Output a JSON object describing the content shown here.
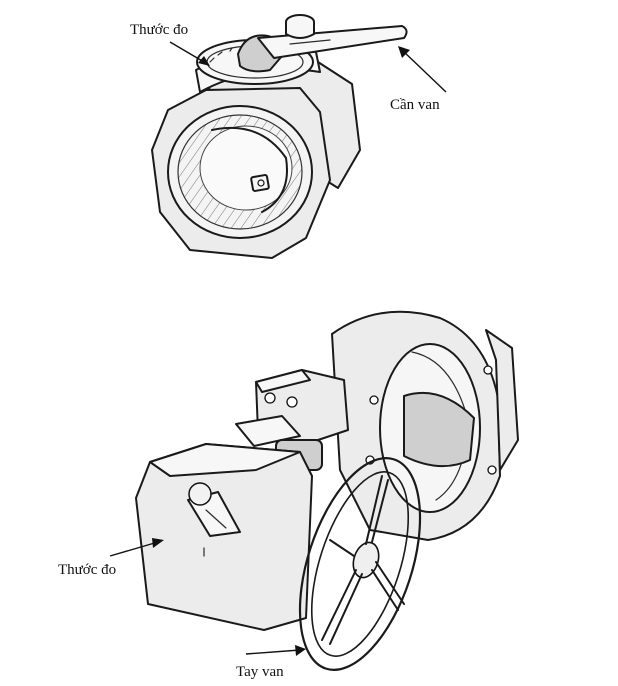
{
  "labels": {
    "top_gauge": "Thước đo",
    "top_lever": "Cần van",
    "bottom_gauge": "Thước đo",
    "bottom_handwheel": "Tay van"
  }
}
